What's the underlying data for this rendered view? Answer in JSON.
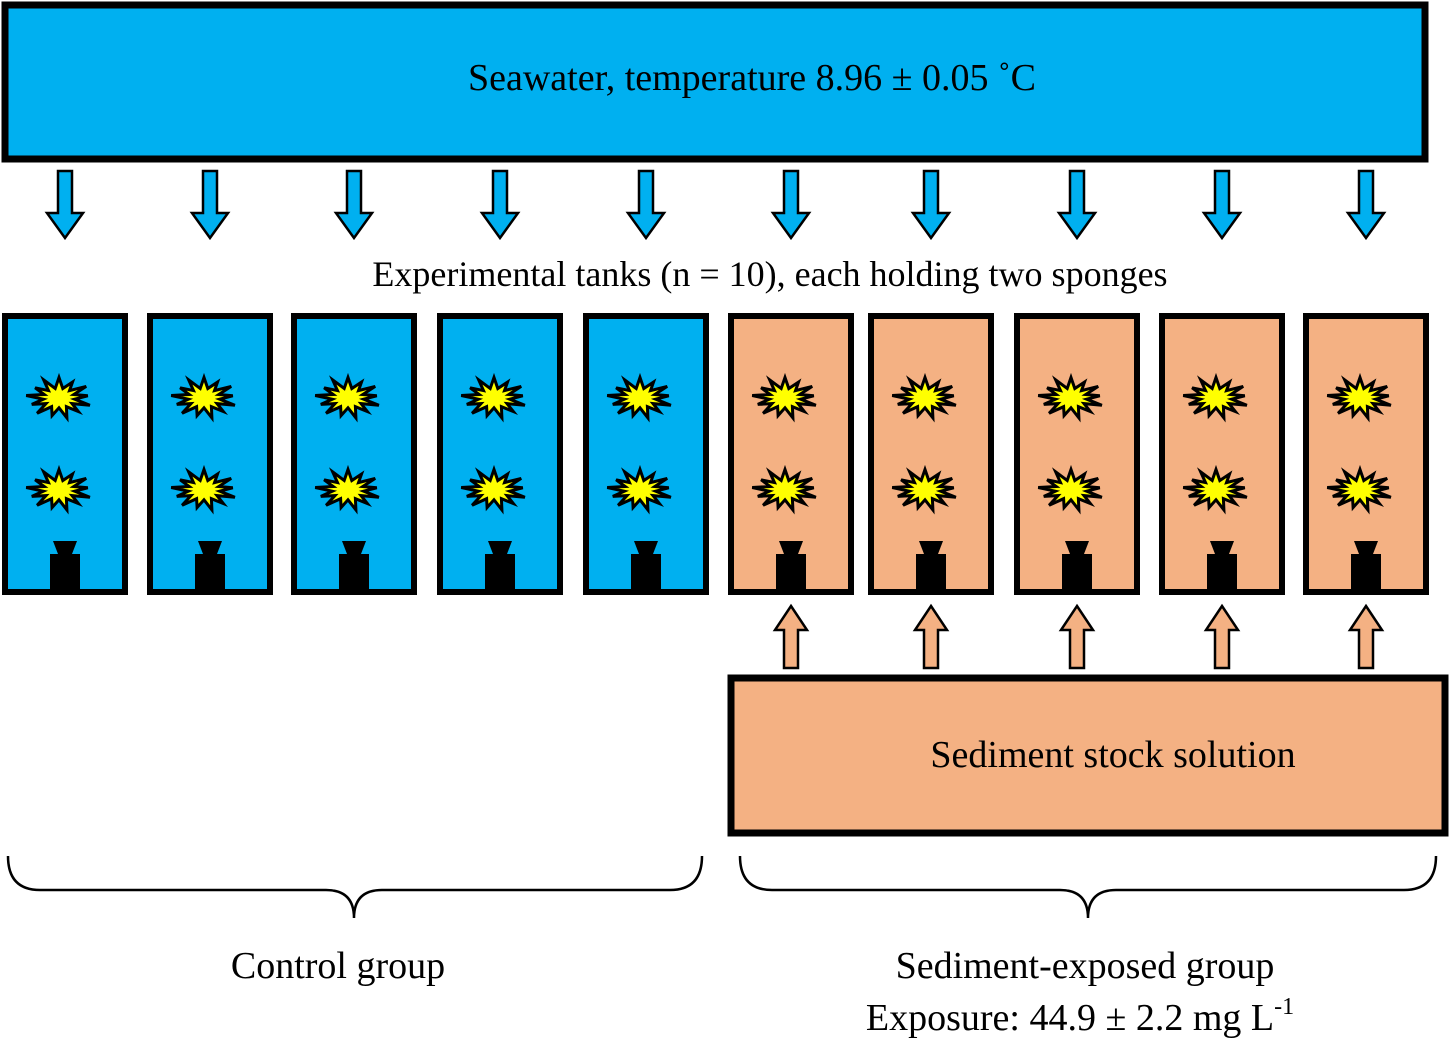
{
  "seawater": {
    "label": "Seawater, temperature 8.96 ± 0.05 ˚C",
    "color": "#00B0F0"
  },
  "tanks": {
    "label": "Experimental tanks (n = 10), each holding two sponges",
    "count": 10,
    "control_count": 5,
    "exposed_count": 5,
    "sponges_per_tank": 2,
    "control_color": "#00B0F0",
    "exposed_color": "#F4B183",
    "sponge_color": "#FFFF00"
  },
  "stock": {
    "label": "Sediment stock solution",
    "color": "#F4B183"
  },
  "groups": {
    "control": {
      "label": "Control group"
    },
    "exposed": {
      "label": "Sediment-exposed group",
      "exposure_prefix": "Exposure: 44.9 ± 2.2 mg L",
      "exposure_superscript": "-1"
    }
  }
}
